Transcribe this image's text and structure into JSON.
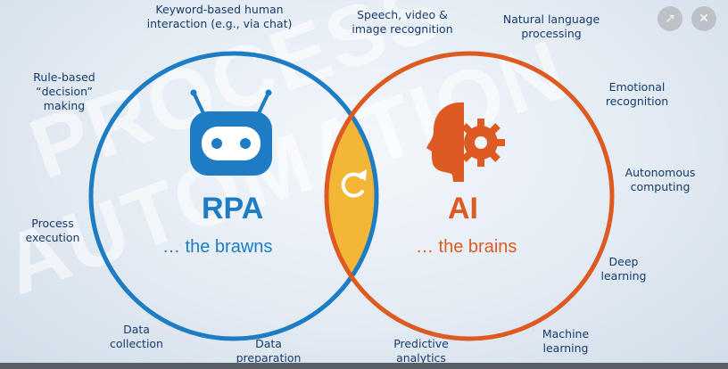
{
  "diagram": {
    "background_words": [
      "PROCESS",
      "AUTOMATION"
    ],
    "rpa": {
      "title": "RPA",
      "subtitle": "… the brawns",
      "color": "#1d7cc4",
      "capabilities": [
        "Keyword-based human\ninteraction (e.g., via chat)",
        "Rule-based\n“decision”\nmaking",
        "Process\nexecution",
        "Data\ncollection",
        "Data\npreparation"
      ]
    },
    "ai": {
      "title": "AI",
      "subtitle": "… the brains",
      "color": "#dd5a22",
      "capabilities": [
        "Speech, video &\nimage recognition",
        "Natural language\nprocessing",
        "Emotional\nrecognition",
        "Autonomous\ncomputing",
        "Deep\nlearning",
        "Machine\nlearning",
        "Predictive\nanalytics"
      ]
    },
    "overlap_color": "#f4b637",
    "label_color": "#173b6c"
  },
  "controls": {
    "share_icon": "share-icon",
    "close_icon": "close-icon"
  }
}
